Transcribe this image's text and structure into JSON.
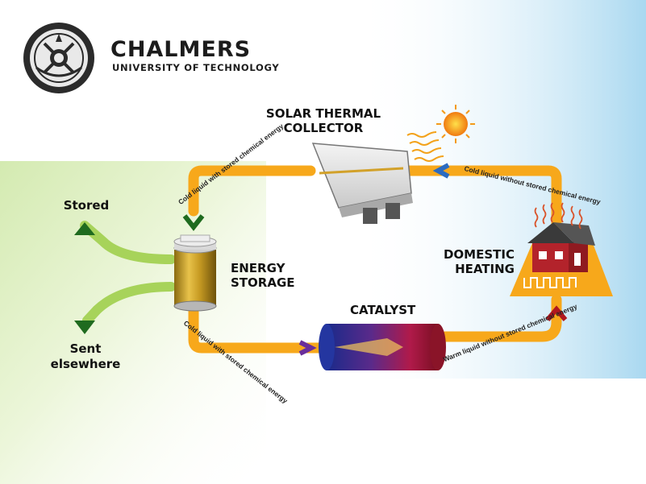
{
  "brand": {
    "name": "CHALMERS",
    "subtitle": "UNIVERSITY OF TECHNOLOGY"
  },
  "nodes": {
    "solar_collector": "SOLAR THERMAL\nCOLLECTOR",
    "energy_storage": "ENERGY\nSTORAGE",
    "domestic_heating": "DOMESTIC\nHEATING",
    "catalyst": "CATALYST",
    "stored": "Stored",
    "sent_elsewhere": "Sent\nelsewhere"
  },
  "flows": {
    "top_left": "Cold liquid with stored chemical energy",
    "top_right": "Cold liquid without stored chemical energy",
    "bottom_left": "Cold liquid with stored chemical energy",
    "bottom_right": "Warm liquid without stored chemical energy"
  },
  "colors": {
    "pipe": "#F7A81B",
    "arrow_green": "#1F6B1F",
    "arrow_light_green": "#A7D35A",
    "arrow_blue": "#2B6BC0",
    "arrow_purple": "#6A2E9B",
    "arrow_red": "#B0181E"
  }
}
